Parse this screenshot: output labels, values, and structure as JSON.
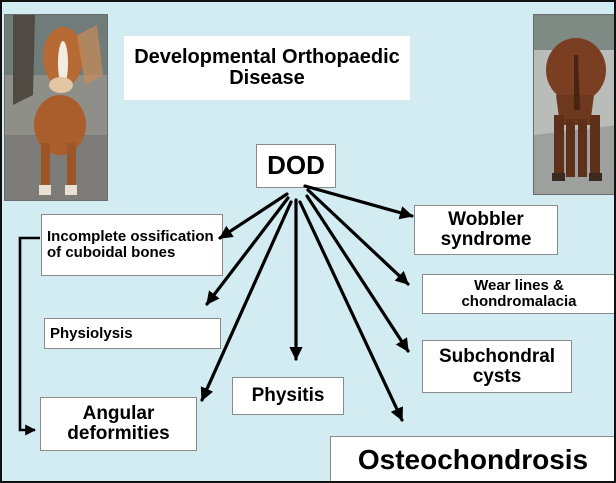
{
  "slide": {
    "title": "Developmental Orthopaedic Disease",
    "center_node": "DOD",
    "conditions": {
      "incomplete_ossification": "Incomplete ossification of cuboidal bones",
      "wobbler": "Wobbler syndrome",
      "wear_lines": "Wear lines & chondromalacia",
      "physiolysis": "Physiolysis",
      "subchondral_cysts": "Subchondral cysts",
      "physitis": "Physitis",
      "angular_deformities": "Angular deformities",
      "osteochondrosis": "Osteochondrosis"
    }
  },
  "colors": {
    "background": "#d3ecf2",
    "box": "#ffffff",
    "text": "#000000",
    "arrow": "#000000"
  }
}
